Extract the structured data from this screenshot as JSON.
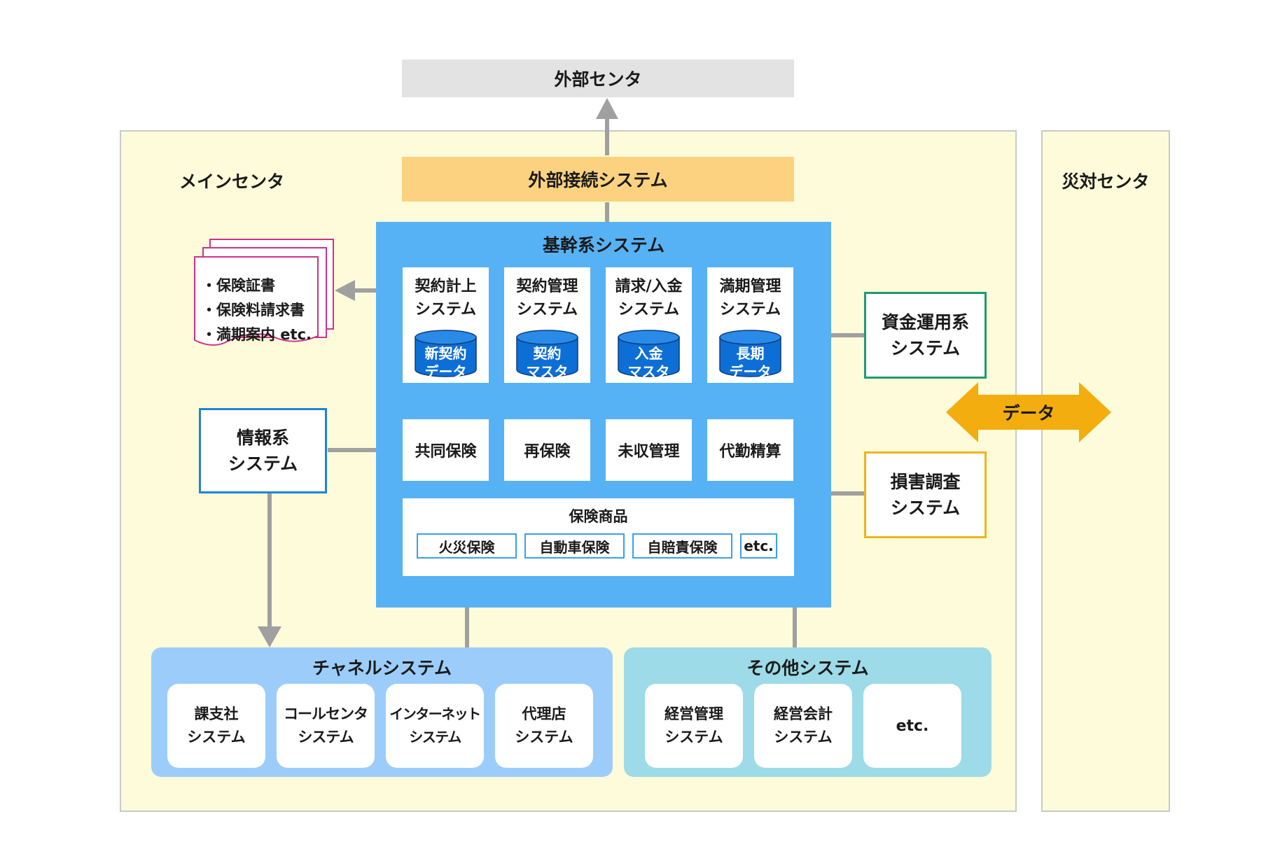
{
  "colors": {
    "center_bg": "#fdfbd9",
    "external_bg": "#e3e3e3",
    "gateway_bg": "#fcd280",
    "core_bg": "#57b2f5",
    "db_fill": "#0d6fd6",
    "channel_bg": "#9ccdfa",
    "other_bg": "#9cdbe7",
    "fund_border": "#1e9a72",
    "damage_border": "#f2b318",
    "info_border": "#1f84d6",
    "docs_border": "#cc3388",
    "data_arrow": "#f3ad0f",
    "connector": "#a0a0a0"
  },
  "external_center": {
    "label": "外部センタ"
  },
  "main_center": {
    "label": "メインセンタ"
  },
  "dr_center": {
    "label": "災対センタ"
  },
  "gateway": {
    "label": "外部接続システム"
  },
  "core": {
    "title": "基幹系システム",
    "modules": [
      {
        "label": "契約計上\nシステム",
        "db": "新契約\nデータ"
      },
      {
        "label": "契約管理\nシステム",
        "db": "契約\nマスタ"
      },
      {
        "label": "請求/入金\nシステム",
        "db": "入金\nマスタ"
      },
      {
        "label": "満期管理\nシステム",
        "db": "長期\nデータ"
      }
    ],
    "functions": [
      "共同保険",
      "再保険",
      "未収管理",
      "代勤精算"
    ],
    "products": {
      "title": "保険商品",
      "items": [
        "火災保険",
        "自動車保険",
        "自賠責保険",
        "etc."
      ]
    }
  },
  "documents": {
    "items": [
      "・保険証書",
      "・保険料請求書",
      "・満期案内 etc."
    ]
  },
  "info_system": {
    "label": "情報系\nシステム"
  },
  "fund_system": {
    "label": "資金運用系\nシステム"
  },
  "damage_system": {
    "label": "損害調査\nシステム"
  },
  "data_arrow": {
    "label": "データ"
  },
  "channel": {
    "title": "チャネルシステム",
    "items": [
      "課支社\nシステム",
      "コールセンタ\nシステム",
      "インターネット\nシステム",
      "代理店\nシステム"
    ]
  },
  "other": {
    "title": "その他システム",
    "items": [
      "経営管理\nシステム",
      "経営会計\nシステム",
      "etc."
    ]
  }
}
